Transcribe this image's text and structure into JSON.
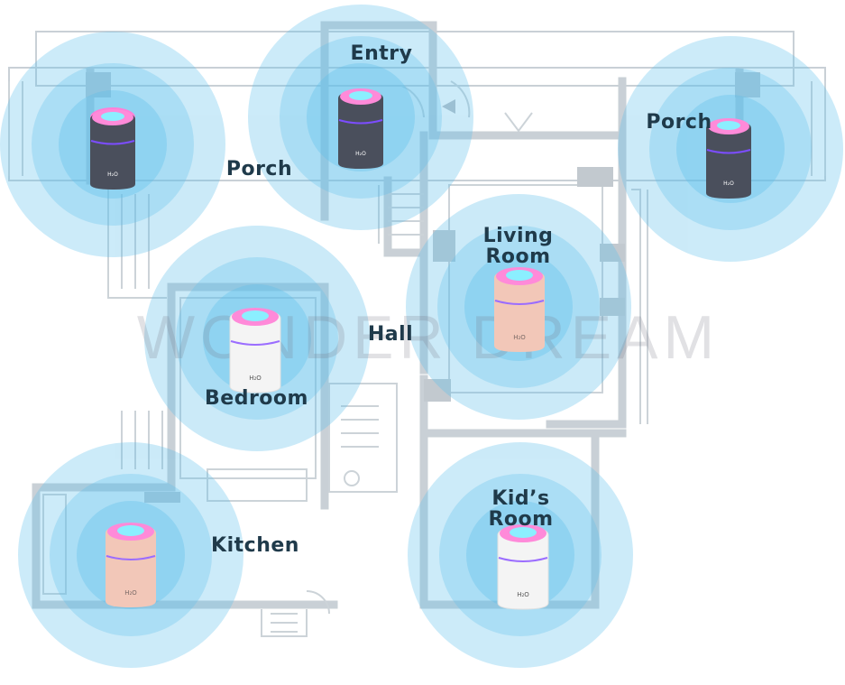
{
  "watermark": "WONDER DREAM",
  "rooms": {
    "porch_left": "Porch",
    "entry": "Entry",
    "porch_right": "Porch",
    "living_room": "Living\nRoom",
    "hall": "Hall",
    "bedroom": "Bedroom",
    "kitchen": "Kitchen",
    "kids_room": "Kid’s\nRoom"
  },
  "device_badge": "H₂O",
  "colors": {
    "zone_blue": "#5fc0ec",
    "label_text": "#1f3a4a",
    "device_gray": "#4a4f5c",
    "device_white": "#f4f4f4",
    "device_pink": "#f2c7b8",
    "glow_pink": "#ff6fd0",
    "glow_cyan": "#5fe0ff"
  },
  "devices": [
    {
      "name": "porch-left",
      "color": "gray"
    },
    {
      "name": "entry",
      "color": "gray"
    },
    {
      "name": "porch-right",
      "color": "gray"
    },
    {
      "name": "living-room",
      "color": "pink"
    },
    {
      "name": "bedroom",
      "color": "white"
    },
    {
      "name": "kitchen",
      "color": "pink"
    },
    {
      "name": "kids-room",
      "color": "white"
    }
  ]
}
